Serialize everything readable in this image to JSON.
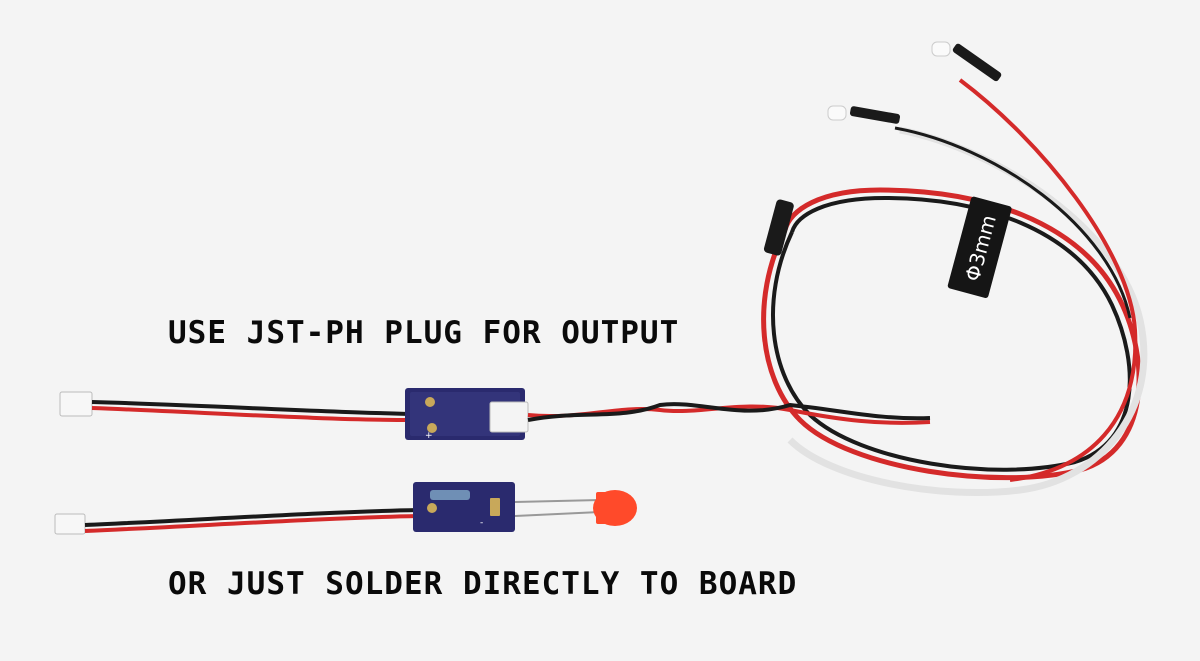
{
  "captions": {
    "top": "USE JST-PH PLUG FOR OUTPUT",
    "bottom": "OR JUST SOLDER DIRECTLY TO BOARD"
  },
  "tag": {
    "text": "Φ3mm"
  },
  "board_markings": {
    "plus": "+",
    "minus": "-"
  },
  "colors": {
    "background": "#f4f4f4",
    "wire_red": "#d42a2a",
    "wire_black": "#1a1a1a",
    "wire_white": "#e8e8e8",
    "pcb": "#2a2a6e",
    "led_red": "#ff4a2a"
  }
}
